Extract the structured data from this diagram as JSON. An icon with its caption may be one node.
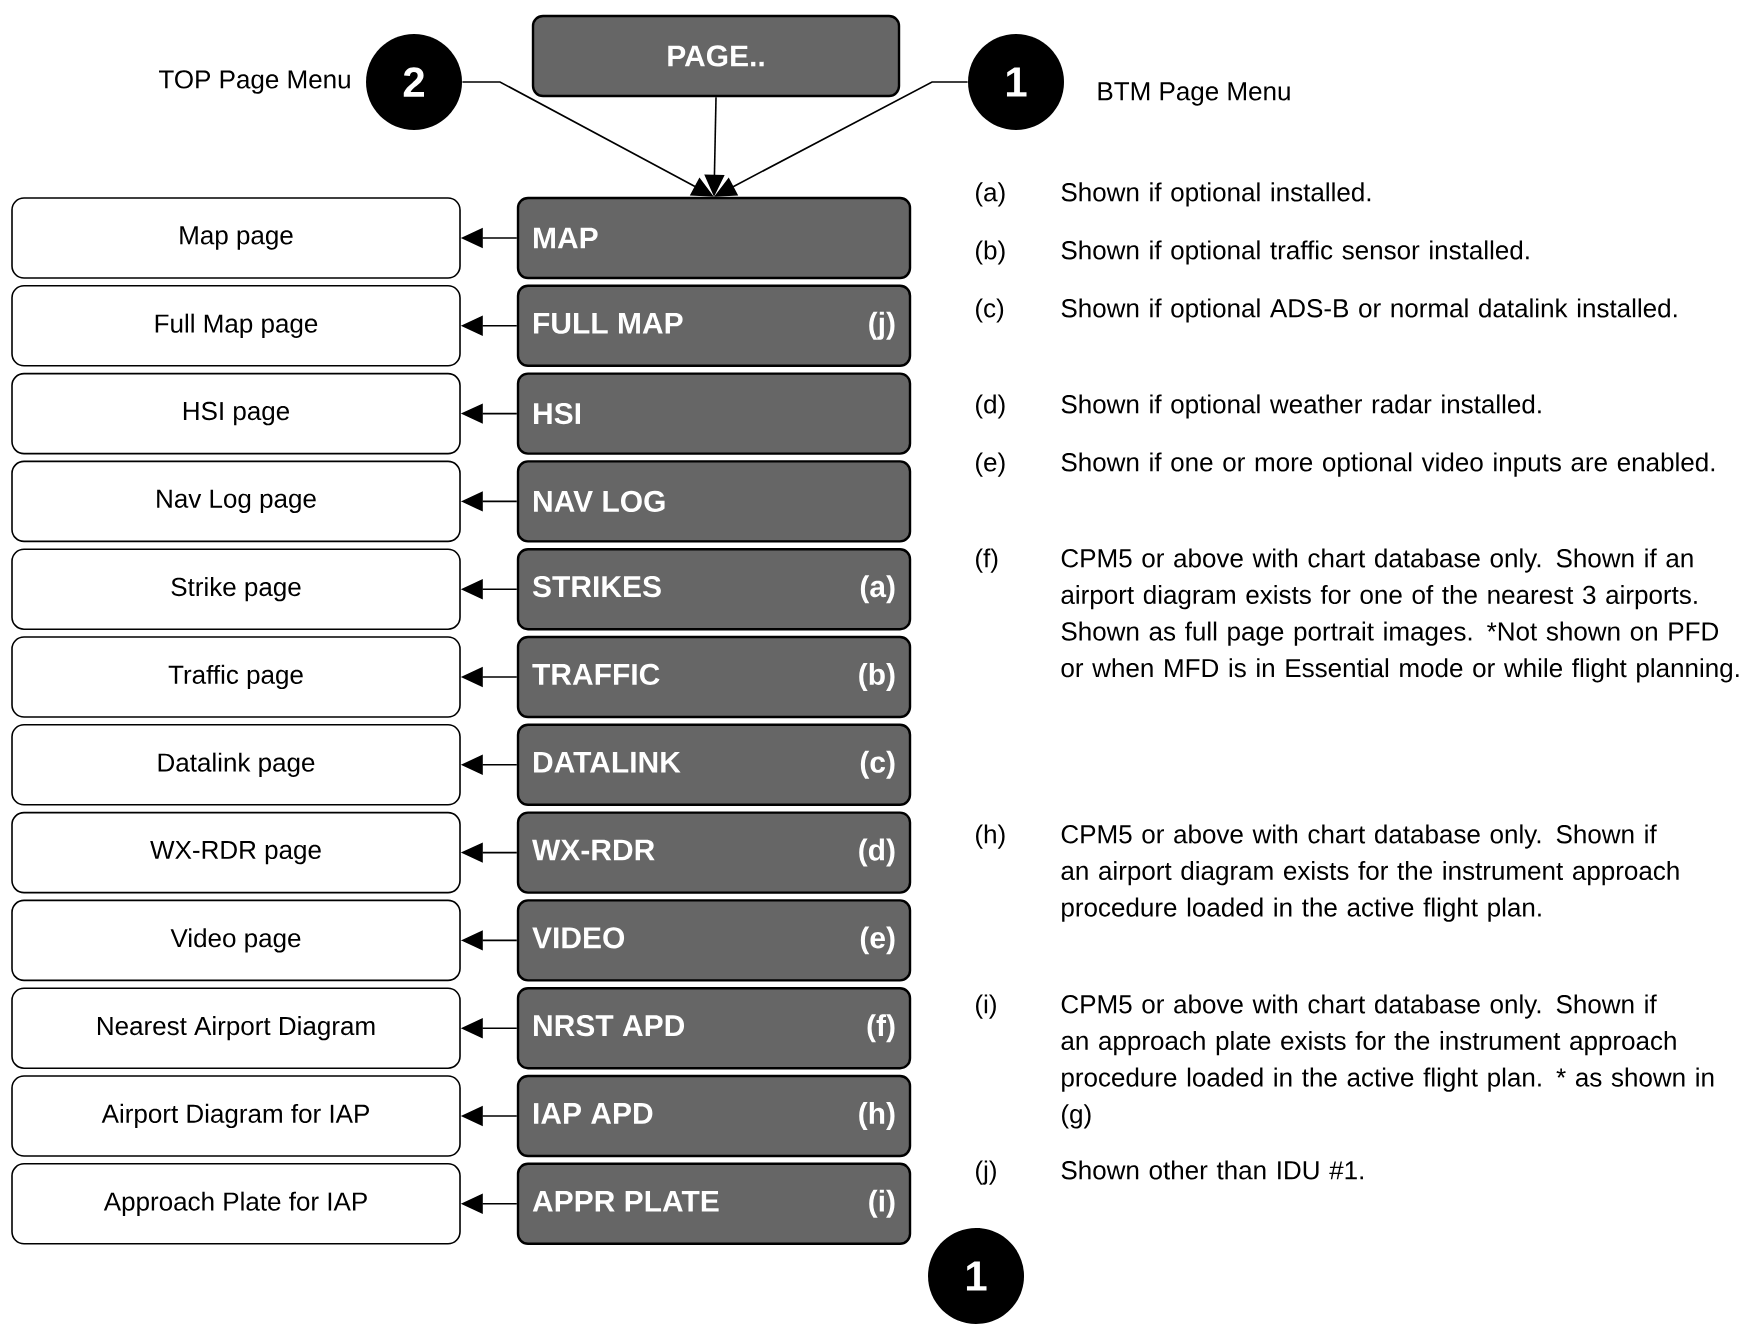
{
  "diagram": {
    "nodes": [
      {
        "text": [
          "PAGE.."
        ]
      },
      {
        "text": [
          "2"
        ],
        "beside": [
          "TOP Page Menu"
        ]
      },
      {
        "text": [
          "1"
        ],
        "beside": [
          "BTM Page Menu"
        ]
      },
      {
        "text": [
          "MAP"
        ]
      },
      {
        "text": [
          "FULL MAP",
          "(j)"
        ]
      },
      {
        "text": [
          "HSI"
        ]
      },
      {
        "text": [
          "NAV LOG"
        ]
      },
      {
        "text": [
          "STRIKES",
          "(a)"
        ]
      },
      {
        "text": [
          "TRAFFIC",
          "(b)"
        ]
      },
      {
        "text": [
          "DATALINK",
          "(c)"
        ]
      },
      {
        "text": [
          "WX-RDR",
          "(d)"
        ]
      },
      {
        "text": [
          "VIDEO",
          "(e)"
        ]
      },
      {
        "text": [
          "NRST APD",
          "(f)"
        ]
      },
      {
        "text": [
          "IAP APD",
          "(h)"
        ]
      },
      {
        "text": [
          "APPR PLATE",
          "(i)"
        ]
      },
      {
        "text": [
          "Map page"
        ]
      },
      {
        "text": [
          "Full Map page"
        ]
      },
      {
        "text": [
          "HSI page"
        ]
      },
      {
        "text": [
          "Nav Log page"
        ]
      },
      {
        "text": [
          "Strike page"
        ]
      },
      {
        "text": [
          "Traffic page"
        ]
      },
      {
        "text": [
          "Datalink page"
        ]
      },
      {
        "text": [
          "WX-RDR page"
        ]
      },
      {
        "text": [
          "Video page"
        ]
      },
      {
        "text": [
          "Nearest Airport Diagram"
        ]
      },
      {
        "text": [
          "Airport Diagram for IAP"
        ]
      },
      {
        "text": [
          "Approach Plate for IAP"
        ]
      },
      {
        "text": [
          "1"
        ]
      }
    ],
    "edges": [
      {
        "from": 0,
        "to": 3,
        "arrow": "to"
      },
      {
        "from": 1,
        "to": 3,
        "arrow": "to"
      },
      {
        "from": 2,
        "to": 3,
        "arrow": "to"
      },
      {
        "from": 3,
        "to": 15,
        "arrow": "to"
      },
      {
        "from": 4,
        "to": 16,
        "arrow": "to"
      },
      {
        "from": 5,
        "to": 17,
        "arrow": "to"
      },
      {
        "from": 6,
        "to": 18,
        "arrow": "to"
      },
      {
        "from": 7,
        "to": 19,
        "arrow": "to"
      },
      {
        "from": 8,
        "to": 20,
        "arrow": "to"
      },
      {
        "from": 9,
        "to": 21,
        "arrow": "to"
      },
      {
        "from": 10,
        "to": 22,
        "arrow": "to"
      },
      {
        "from": 11,
        "to": 23,
        "arrow": "to"
      },
      {
        "from": 12,
        "to": 24,
        "arrow": "to"
      },
      {
        "from": 13,
        "to": 25,
        "arrow": "to"
      },
      {
        "from": 14,
        "to": 26,
        "arrow": "to"
      }
    ],
    "labels": [
      "(a)",
      "Shown if optional installed.",
      "(b)",
      "Shown if optional traffic sensor installed.",
      "(c)",
      "Shown if optional ADS-B or normal datalink installed.",
      "(d)",
      "Shown if optional weather radar installed.",
      "(e)",
      "Shown if one or more optional video inputs are enabled.",
      "(f)",
      "CPM5 or above with chart database only. Shown if an airport diagram exists for one of the nearest 3 airports. Shown as full page portrait images. *Not shown on PFD or when MFD is in Essential mode or while flight planning.",
      "(h)",
      "CPM5 or above with chart database only. Shown if an airport diagram exists for the instrument approach procedure loaded in the active flight plan.",
      "(i)",
      "CPM5 or above with chart database only. Shown if an approach plate exists for the instrument approach procedure loaded in the active flight plan. * as shown in (g)",
      "(j)",
      "Shown other than IDU #1."
    ]
  }
}
